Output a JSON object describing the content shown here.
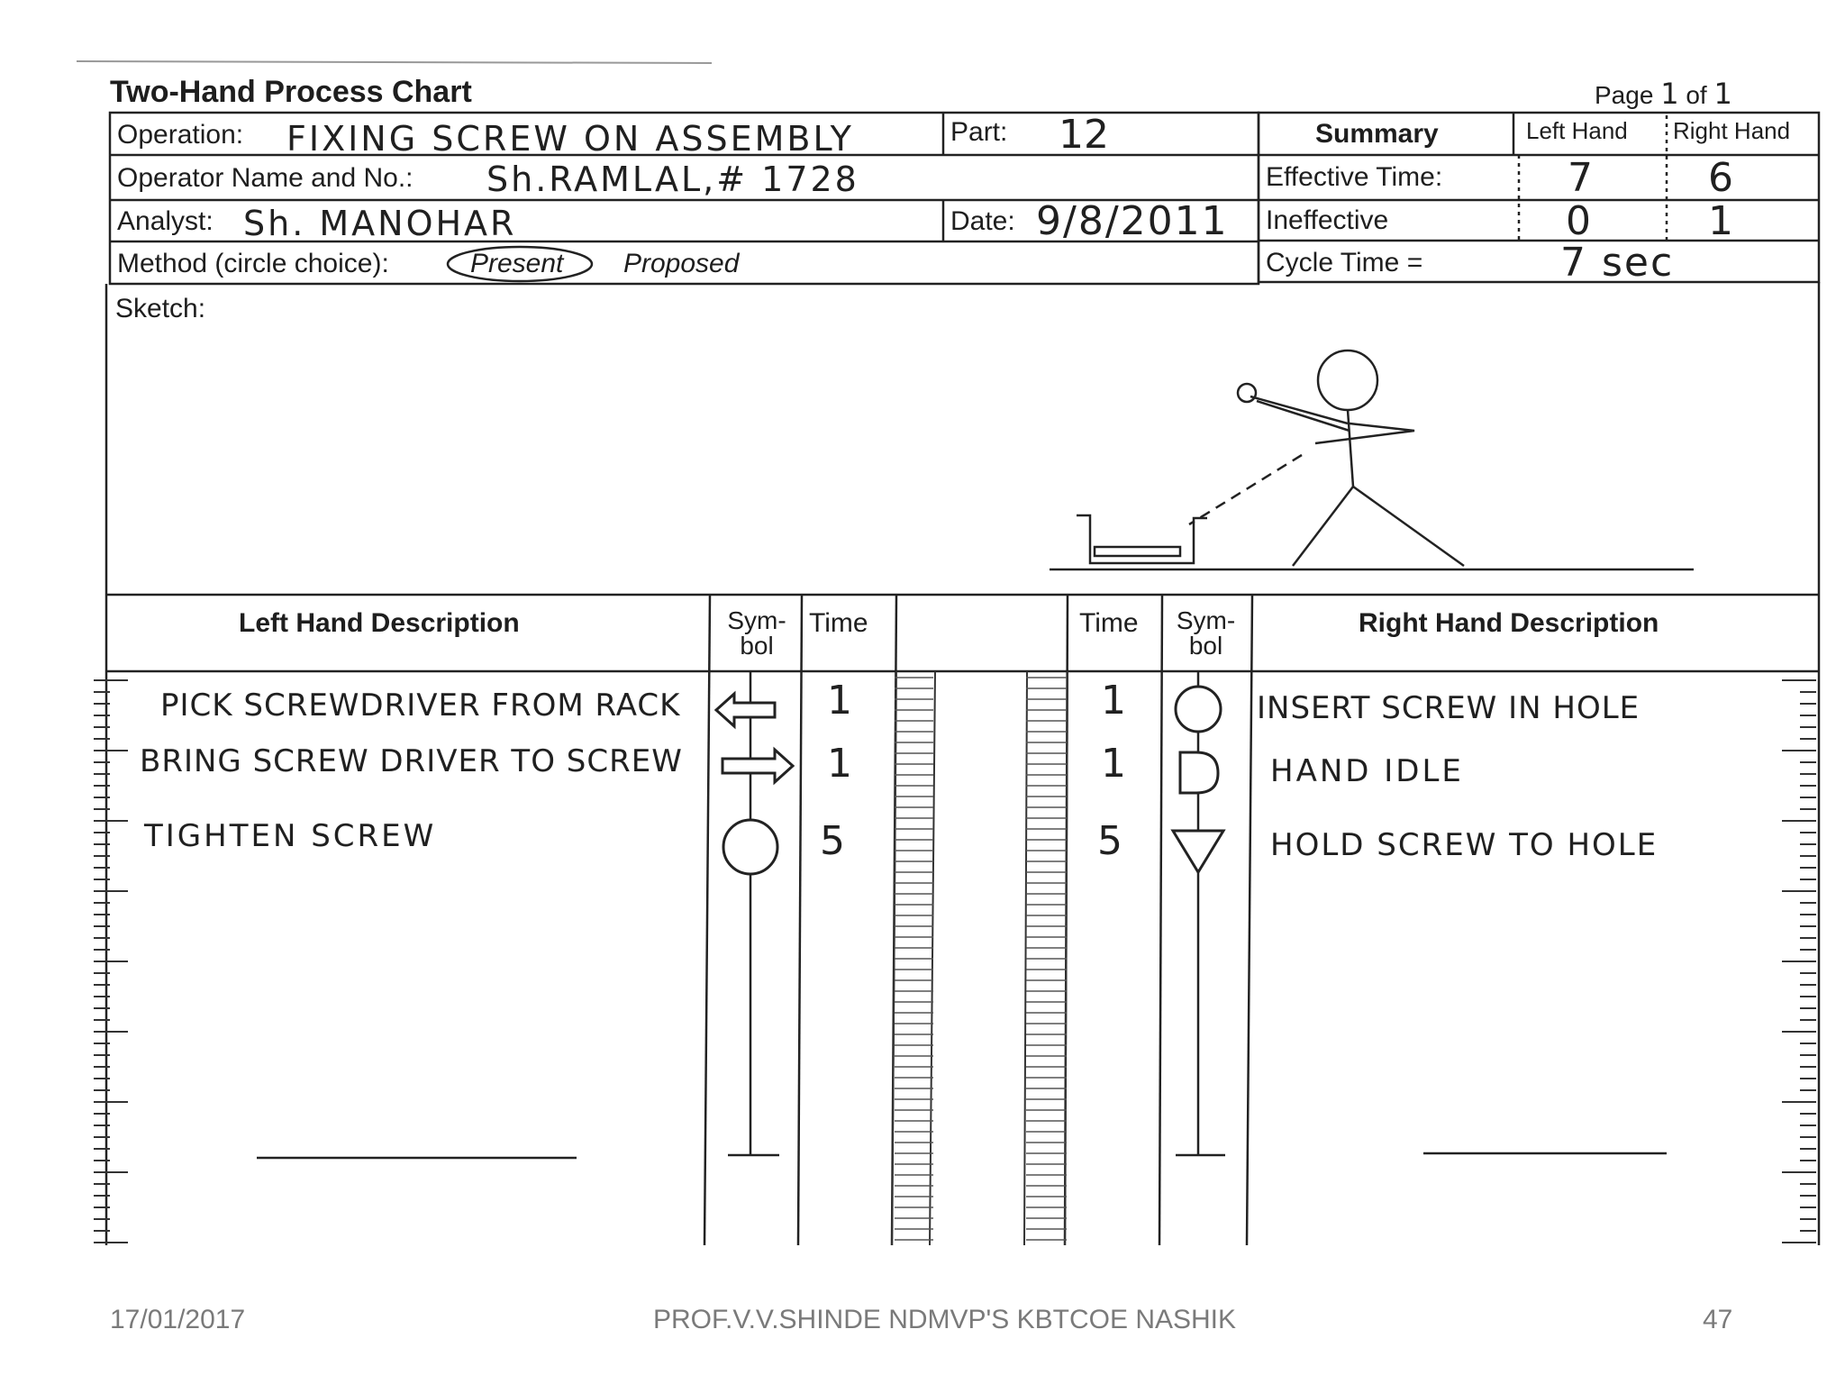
{
  "header": {
    "title": "Two-Hand Process Chart",
    "page_label": "Page",
    "page_num": "1",
    "of_label": "of",
    "page_total": "1"
  },
  "form": {
    "operation_label": "Operation:",
    "operation_value": "FIXING SCREW ON ASSEMBLY",
    "part_label": "Part:",
    "part_value": "12",
    "operator_label": "Operator Name and No.:",
    "operator_value": "Sh.RAMLAL,# 1728",
    "analyst_label": "Analyst:",
    "analyst_value": "Sh. MANOHAR",
    "date_label": "Date:",
    "date_value": "9/8/2011",
    "method_label": "Method (circle choice):",
    "method_present": "Present",
    "method_proposed": "Proposed",
    "sketch_label": "Sketch:"
  },
  "summary": {
    "title": "Summary",
    "left_hand": "Left Hand",
    "right_hand": "Right Hand",
    "effective_label": "Effective Time:",
    "effective_left": "7",
    "effective_right": "6",
    "ineffective_label": "Ineffective",
    "ineffective_left": "0",
    "ineffective_right": "1",
    "cycle_label": "Cycle Time =",
    "cycle_value": "7 sec"
  },
  "table": {
    "lh_header": "Left Hand Description",
    "symbol_header_1": "Sym-",
    "symbol_header_2": "bol",
    "time_header": "Time",
    "rh_header": "Right Hand Description",
    "rows": [
      {
        "lh": "PICK SCREWDRIVER FROM RACK",
        "lh_symbol": "left-arrow",
        "lh_time": "1",
        "rh_time": "1",
        "rh_symbol": "circle",
        "rh": "INSERT SCREW IN HOLE"
      },
      {
        "lh": "BRING SCREW DRIVER TO SCREW",
        "lh_symbol": "right-arrow",
        "lh_time": "1",
        "rh_time": "1",
        "rh_symbol": "delay-d",
        "rh": "HAND IDLE"
      },
      {
        "lh": "TIGHTEN SCREW",
        "lh_symbol": "circle",
        "lh_time": "5",
        "rh_time": "5",
        "rh_symbol": "triangle",
        "rh": "HOLD SCREW TO HOLE"
      }
    ]
  },
  "footer": {
    "date": "17/01/2017",
    "author": "PROF.V.V.SHINDE NDMVP'S KBTCOE NASHIK",
    "slide_number": "47"
  }
}
